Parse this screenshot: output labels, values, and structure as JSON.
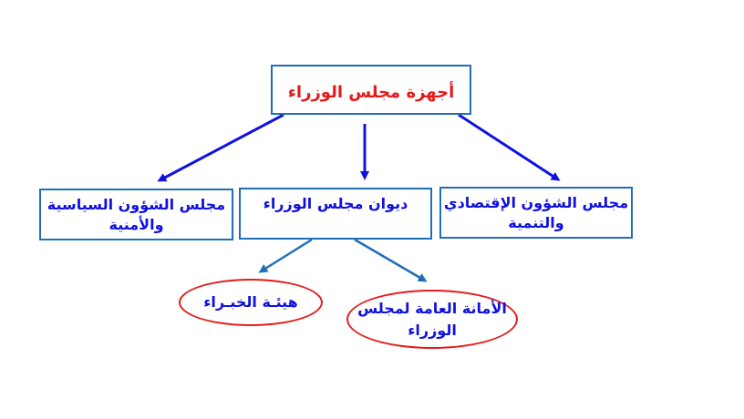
{
  "diagram": {
    "root": {
      "label": "أجهزة مجلس الوزراء",
      "color": "#e41b1b"
    },
    "children": [
      {
        "id": "political-security",
        "lines": [
          "مجلس الشؤون السياسية",
          "والأمنية"
        ]
      },
      {
        "id": "cabinet-court",
        "lines": [
          "ديوان مجلس الوزراء"
        ]
      },
      {
        "id": "economic-development",
        "lines": [
          "مجلس الشؤون الإقتصادي",
          "والتنمية"
        ]
      }
    ],
    "sub_children": [
      {
        "id": "experts-authority",
        "parent": "cabinet-court",
        "lines": [
          "هيئـة الخبـراء"
        ]
      },
      {
        "id": "general-secretariat",
        "parent": "cabinet-court",
        "lines": [
          "الأمانة العامة لمجلس",
          "الوزراء"
        ]
      }
    ]
  },
  "colors": {
    "box_border": "#1f6fb8",
    "text": "#1010e0",
    "ellipse_border": "#e41b1b",
    "primary_arrows": "#1010e0",
    "secondary_arrows": "#1f6fb8"
  }
}
